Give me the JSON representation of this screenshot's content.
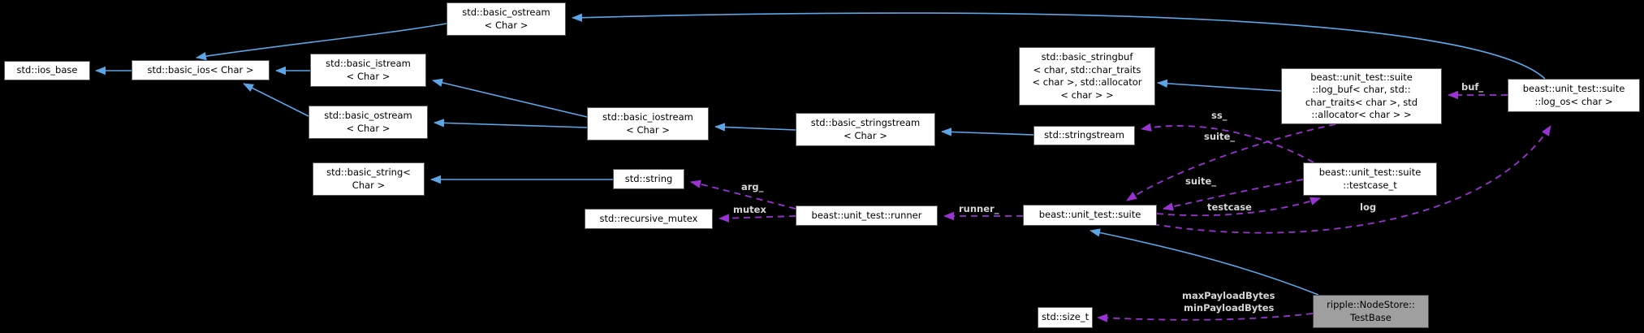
{
  "nodes": {
    "ios_base": {
      "lines": [
        "std::ios_base"
      ]
    },
    "basic_ios": {
      "lines": [
        "std::basic_ios< Char >"
      ]
    },
    "basic_istream": {
      "lines": [
        "std::basic_istream",
        "< Char >"
      ]
    },
    "basic_ostream_top": {
      "lines": [
        "std::basic_ostream",
        "< Char >"
      ]
    },
    "basic_ostream_mid": {
      "lines": [
        "std::basic_ostream",
        "< Char >"
      ]
    },
    "basic_iostream": {
      "lines": [
        "std::basic_iostream",
        "< Char >"
      ]
    },
    "basic_stringstream": {
      "lines": [
        "std::basic_stringstream",
        "< Char >"
      ]
    },
    "basic_stringbuf": {
      "lines": [
        "std::basic_stringbuf",
        "< char, std::char_traits",
        "< char >, std::allocator",
        "< char > >"
      ]
    },
    "stringstream": {
      "lines": [
        "std::stringstream"
      ]
    },
    "log_buf": {
      "lines": [
        "beast::unit_test::suite",
        "::log_buf< char, std::",
        "char_traits< char >, std",
        "::allocator< char > >"
      ]
    },
    "log_os": {
      "lines": [
        "beast::unit_test::suite",
        "::log_os< char >"
      ]
    },
    "basic_string": {
      "lines": [
        "std::basic_string<",
        "Char >"
      ]
    },
    "string": {
      "lines": [
        "std::string"
      ]
    },
    "recursive_mutex": {
      "lines": [
        "std::recursive_mutex"
      ]
    },
    "runner": {
      "lines": [
        "beast::unit_test::runner"
      ]
    },
    "suite": {
      "lines": [
        "beast::unit_test::suite"
      ]
    },
    "testcase_t": {
      "lines": [
        "beast::unit_test::suite",
        "::testcase_t"
      ]
    },
    "size_t": {
      "lines": [
        "std::size_t"
      ]
    },
    "testbase": {
      "lines": [
        "ripple::NodeStore::",
        "TestBase"
      ]
    }
  },
  "labels": {
    "buf": "buf_",
    "ss": "ss_",
    "suite_upper": "suite_",
    "suite_lower": "suite_",
    "testcase": "testcase",
    "log": "log",
    "runner": "runner_",
    "arg": "arg_",
    "mutex": "mutex",
    "max_payload": "maxPayloadBytes",
    "min_payload": "minPayloadBytes"
  },
  "colors": {
    "background": "#000000",
    "inheritance_arrow": "#5ca5e6",
    "usage_arrow": "#9b33d3",
    "node_fill": "#ffffff",
    "node_border": "#575757",
    "current_node_fill": "#9f9f9f",
    "edge_label_text": "#d6d6d6"
  }
}
